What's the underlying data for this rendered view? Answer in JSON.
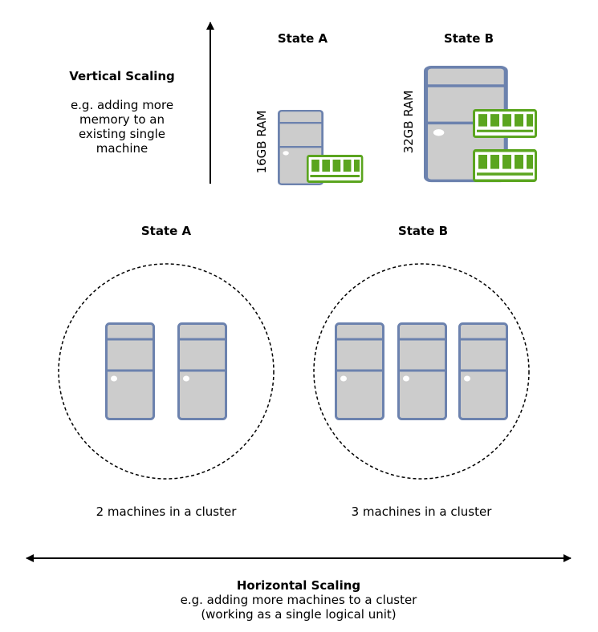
{
  "vertical": {
    "title": "Vertical Scaling",
    "description_lines": [
      "e.g. adding more",
      "memory to an",
      "existing single",
      "machine"
    ],
    "state_a": {
      "label": "State A",
      "ram_label": "16GB RAM"
    },
    "state_b": {
      "label": "State B",
      "ram_label": "32GB RAM"
    }
  },
  "horizontal": {
    "title": "Horizontal Scaling",
    "description_lines": [
      "e.g. adding more machines to a cluster",
      "(working as a single logical unit)"
    ],
    "state_a": {
      "label": "State A",
      "caption": "2 machines in a cluster",
      "machine_count": 2
    },
    "state_b": {
      "label": "State B",
      "caption": "3 machines in a cluster",
      "machine_count": 3
    }
  },
  "colors": {
    "server_fill": "#cccccc",
    "server_stroke": "#6c82ae",
    "ram_green": "#5ba51f",
    "line": "#000000"
  },
  "icons": {
    "server": "server-tower-icon",
    "ram": "ram-stick-icon"
  }
}
